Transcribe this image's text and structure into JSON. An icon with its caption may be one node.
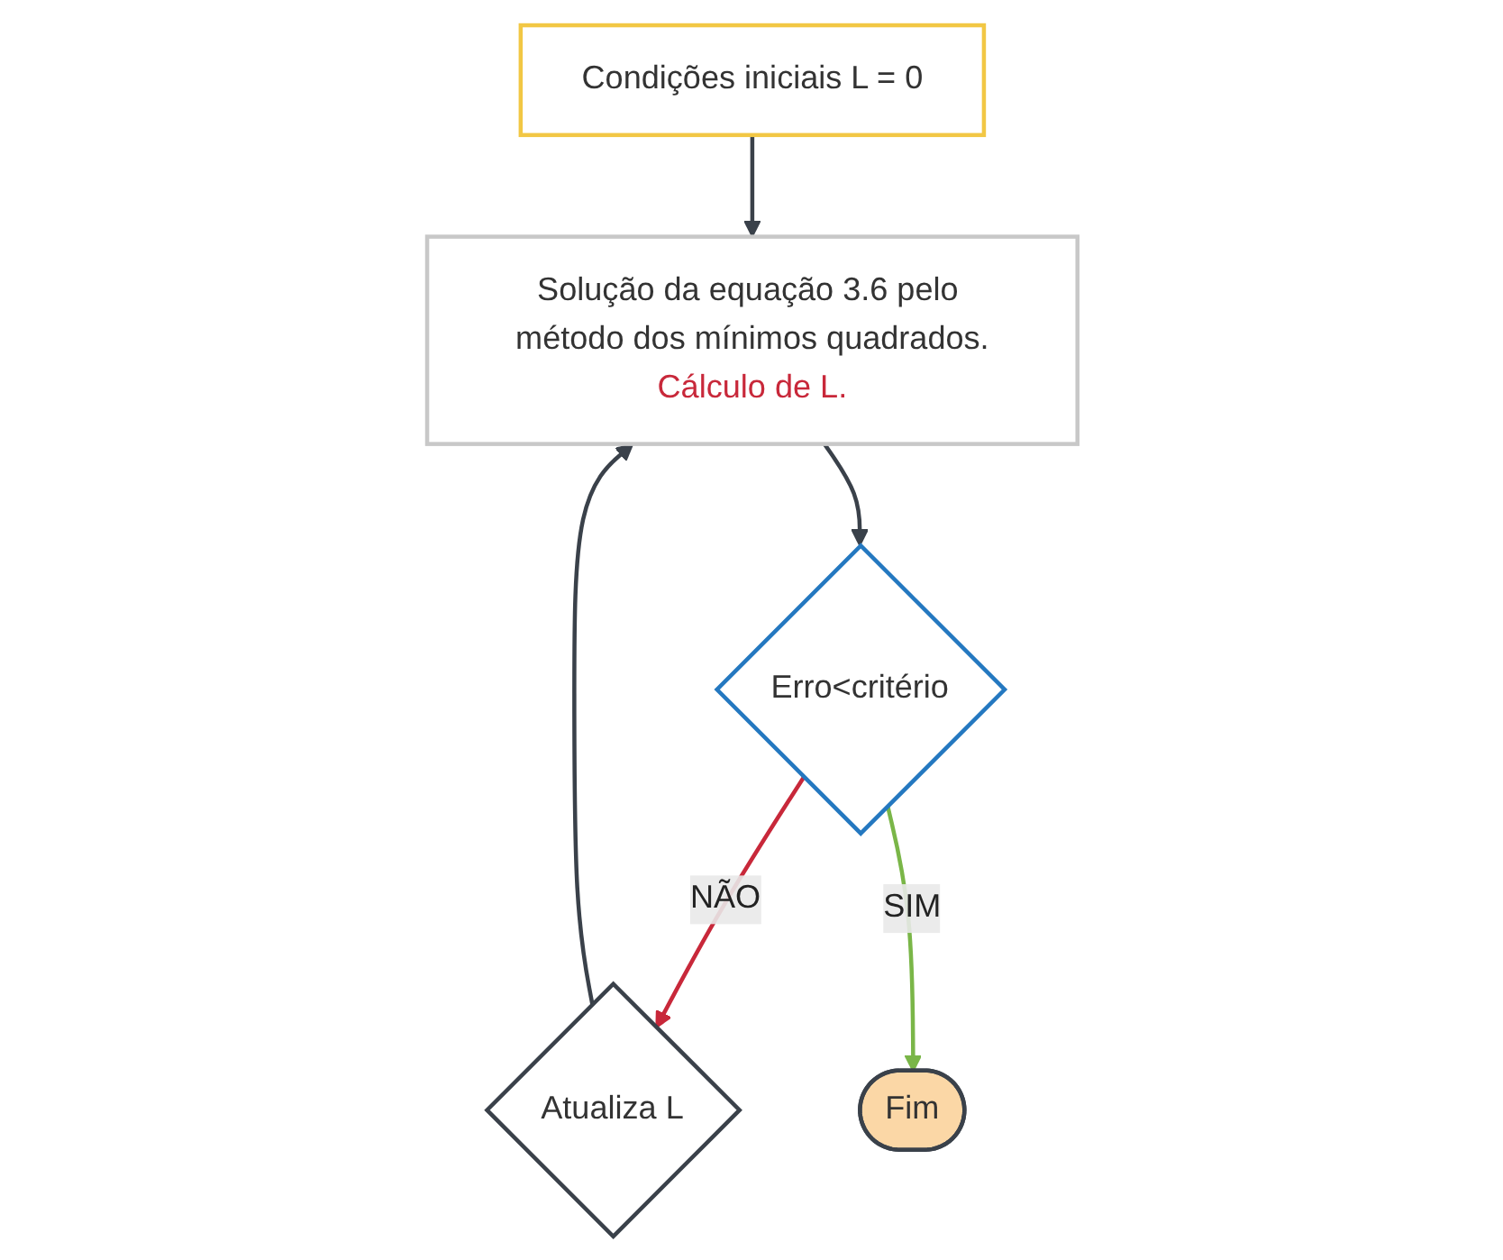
{
  "diagram": {
    "nodes": [
      {
        "text": [
          "Condições iniciais L = 0"
        ]
      },
      {
        "text": [
          "Solução da equação 3.6 pelo método dos mínimos quadrados.",
          "Cálculo de L."
        ]
      },
      {
        "text": [
          "Atualiza L"
        ]
      },
      {
        "text": [
          "Erro<critério"
        ]
      },
      {
        "text": [
          "Fim"
        ]
      }
    ],
    "edges": [
      {
        "from": 0,
        "to": 1,
        "arrow": "to"
      },
      {
        "from": 2,
        "to": 1,
        "arrow": "to"
      },
      {
        "from": 1,
        "to": 3,
        "arrow": "to"
      },
      {
        "from": 3,
        "to": 2,
        "arrow": "to",
        "label": "NÃO",
        "color": "#c8283a"
      },
      {
        "from": 3,
        "to": 4,
        "arrow": "to",
        "label": "SIM",
        "color": "#7ab648"
      }
    ]
  }
}
